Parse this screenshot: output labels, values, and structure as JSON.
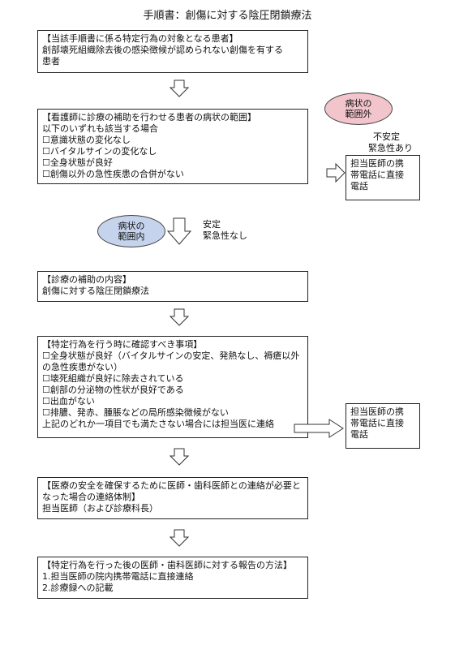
{
  "title": "手順書：創傷に対する陰圧閉鎖療法",
  "box1": {
    "heading": "【当該手順書に係る特定行為の対象となる患者】",
    "lines": [
      "創部壊死組織除去後の感染徴候が認められない創傷を有する",
      "患者"
    ]
  },
  "box2": {
    "heading": "【看護師に診療の補助を行わせる患者の病状の範囲】",
    "lines": [
      "以下のいずれも該当する場合",
      "☐意識状態の変化なし",
      "☐バイタルサインの変化なし",
      "☐全身状態が良好",
      "☐創傷以外の急性疾患の合併がない"
    ]
  },
  "out_of_range": {
    "oval": [
      "病状の",
      "範囲外"
    ],
    "condition": [
      "不安定",
      "緊急性あり"
    ],
    "action": [
      "担当医師の携",
      "帯電話に直接",
      "電話"
    ]
  },
  "in_range": {
    "oval": [
      "病状の",
      "範囲内"
    ],
    "condition": [
      "安定",
      "緊急性なし"
    ]
  },
  "box3": {
    "heading": "【診療の補助の内容】",
    "lines": [
      "創傷に対する陰圧閉鎖療法"
    ]
  },
  "box4": {
    "heading": "【特定行為を行う時に確認すべき事項】",
    "lines": [
      "☐全身状態が良好（バイタルサインの安定、発熱なし、褥瘡以外",
      "の急性疾患がない）",
      "☐壊死組織が良好に除去されている",
      "☐創部の分泌物の性状が良好である",
      "☐出血がない",
      "☐排膿、発赤、腫脹などの局所感染徴候がない",
      "上記のどれか一項目でも満たさない場合には担当医に連絡"
    ]
  },
  "action2": [
    "担当医師の携",
    "帯電話に直接",
    "電話"
  ],
  "box5": {
    "heading": [
      "【医療の安全を確保するために医師・歯科医師との連絡が必要と",
      "なった場合の連絡体制】"
    ],
    "lines": [
      "担当医師（および診療科長）"
    ]
  },
  "box6": {
    "heading": "【特定行為を行った後の医師・歯科医師に対する報告の方法】",
    "lines": [
      "1.担当医師の院内携帯電話に直接連絡",
      "2.診療録への記載"
    ]
  },
  "colors": {
    "oval_out": "#f2c4cc",
    "oval_in": "#c5d3ec"
  }
}
